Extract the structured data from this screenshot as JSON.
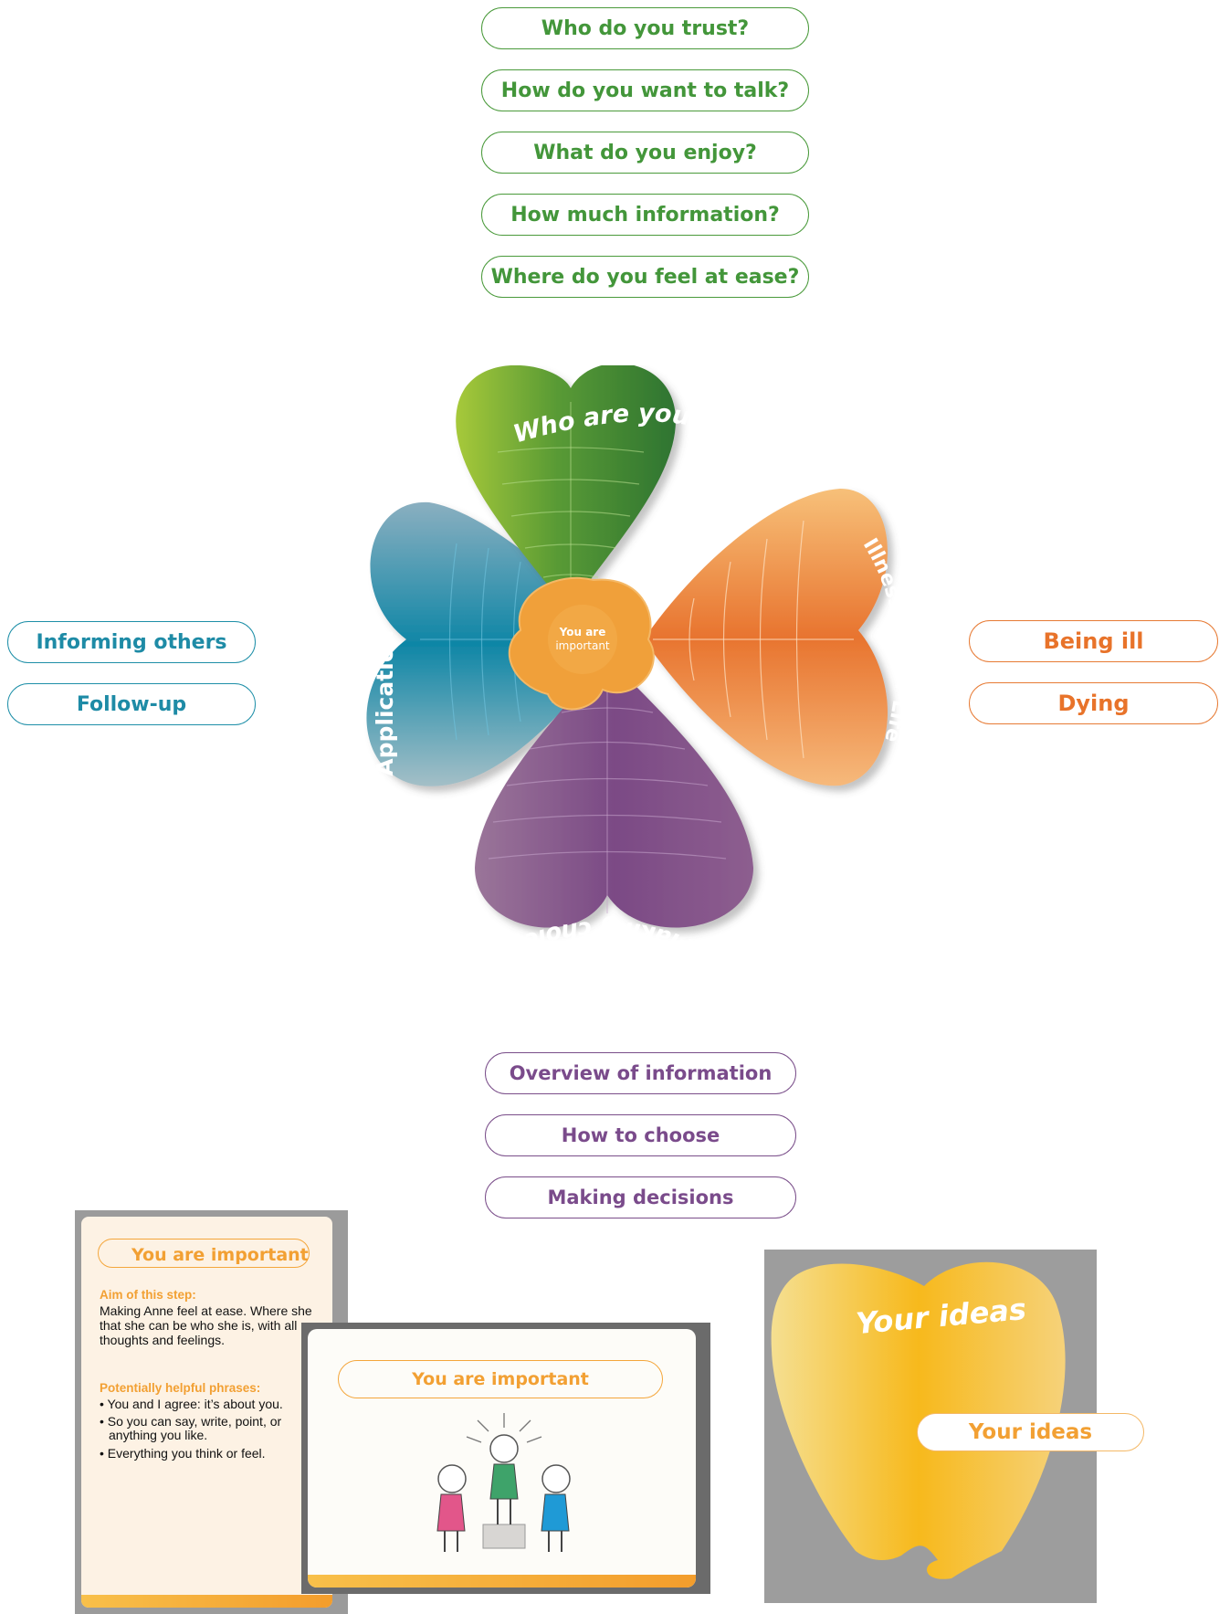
{
  "top_questions": [
    "Who do you trust?",
    "How do you want to talk?",
    "What do you enjoy?",
    "How much information?",
    "Where do you feel at ease?"
  ],
  "left_items": [
    "Informing others",
    "Follow-up"
  ],
  "right_items": [
    "Being ill",
    "Dying"
  ],
  "bottom_items": [
    "Overview of information",
    "How to choose",
    "Making decisions"
  ],
  "clover": {
    "top_leaf": "Who are you?",
    "right_leaf": "Illness/End-of-Life",
    "bottom_leaf": "Making choices",
    "left_leaf": "Application",
    "center_line1": "You are",
    "center_line2": "important"
  },
  "card_step": {
    "title": "You are important",
    "aim_heading": "Aim of this step:",
    "aim_line1": "Making Anne feel at ease. Where she",
    "aim_line2": "that she can be who she is, with all",
    "aim_line3": "thoughts and feelings.",
    "phrases_heading": "Potentially helpful phrases:",
    "phrase1": "• You and I agree: it’s about you.",
    "phrase2a": "• So you can say, write, point, or",
    "phrase2b": "anything you like.",
    "phrase3": "• Everything you think or feel."
  },
  "card_image": {
    "title": "You are important"
  },
  "ideas": {
    "leaf_text": "Your ideas",
    "pill_text": "Your ideas"
  },
  "colors": {
    "green": "#43963a",
    "teal": "#1e8ba6",
    "orange": "#e8732a",
    "purple": "#7a4b8b",
    "center": "#f0a03a",
    "yellow": "#f7b91c"
  }
}
